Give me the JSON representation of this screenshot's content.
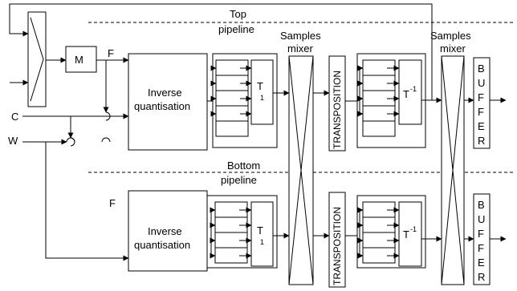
{
  "pipelines": {
    "top": [
      "Top",
      "pipeline"
    ],
    "bottom": [
      "Bottom",
      "pipeline"
    ]
  },
  "inputs": {
    "c": "C",
    "w": "W",
    "f_top": "F",
    "f_bottom": "F"
  },
  "blocks": {
    "m": "M",
    "inverse_quantisation": [
      "Inverse",
      "quantisation"
    ],
    "t1": "T",
    "t1_sub": "1",
    "t_inv": "T",
    "t_inv_sup": "-1",
    "transposition": "TRANSPOSITION",
    "samples_mixer": [
      "Samples",
      "mixer"
    ],
    "buffer": [
      "B",
      "U",
      "F",
      "F",
      "E",
      "R"
    ]
  }
}
